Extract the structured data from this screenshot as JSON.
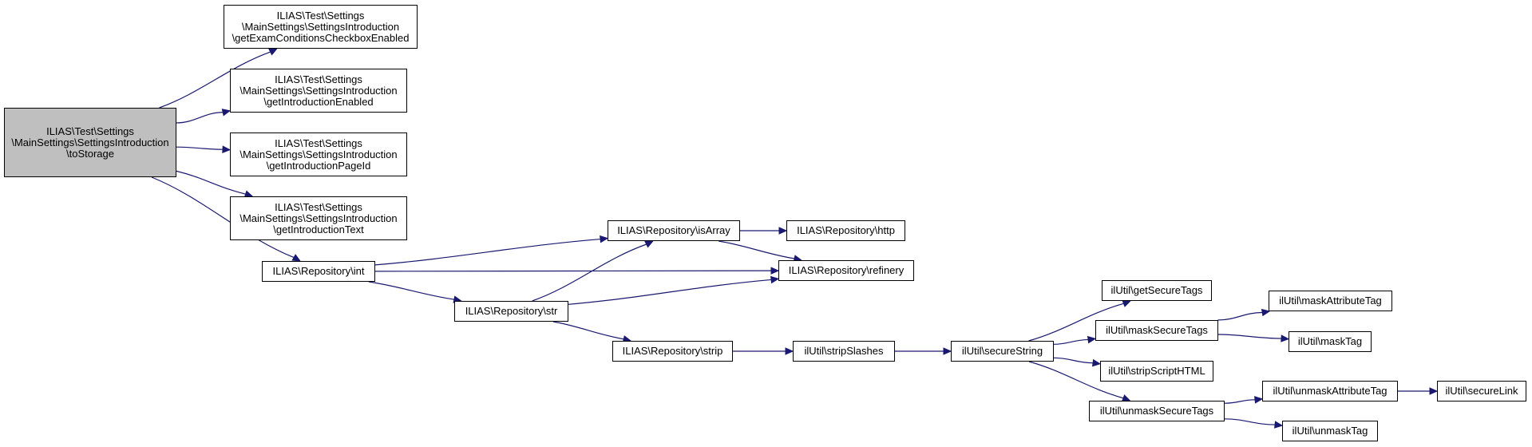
{
  "colors": {
    "edge": "#191970",
    "root_fill": "#bfbfbf",
    "node_fill": "#ffffff",
    "border": "#000000"
  },
  "nodes": {
    "root": {
      "lines": [
        "ILIAS\\Test\\Settings",
        "\\MainSettings\\SettingsIntroduction",
        "\\toStorage"
      ]
    },
    "exam": {
      "lines": [
        "ILIAS\\Test\\Settings",
        "\\MainSettings\\SettingsIntroduction",
        "\\getExamConditionsCheckboxEnabled"
      ]
    },
    "intro_enabled": {
      "lines": [
        "ILIAS\\Test\\Settings",
        "\\MainSettings\\SettingsIntroduction",
        "\\getIntroductionEnabled"
      ]
    },
    "intro_page": {
      "lines": [
        "ILIAS\\Test\\Settings",
        "\\MainSettings\\SettingsIntroduction",
        "\\getIntroductionPageId"
      ]
    },
    "intro_text": {
      "lines": [
        "ILIAS\\Test\\Settings",
        "\\MainSettings\\SettingsIntroduction",
        "\\getIntroductionText"
      ]
    },
    "repo_int": {
      "lines": [
        "ILIAS\\Repository\\int"
      ]
    },
    "repo_str": {
      "lines": [
        "ILIAS\\Repository\\str"
      ]
    },
    "repo_isarray": {
      "lines": [
        "ILIAS\\Repository\\isArray"
      ]
    },
    "repo_http": {
      "lines": [
        "ILIAS\\Repository\\http"
      ]
    },
    "repo_refinery": {
      "lines": [
        "ILIAS\\Repository\\refinery"
      ]
    },
    "repo_strip": {
      "lines": [
        "ILIAS\\Repository\\strip"
      ]
    },
    "strip_slashes": {
      "lines": [
        "ilUtil\\stripSlashes"
      ]
    },
    "secure_string": {
      "lines": [
        "ilUtil\\secureString"
      ]
    },
    "get_secure_tags": {
      "lines": [
        "ilUtil\\getSecureTags"
      ]
    },
    "mask_secure_tags": {
      "lines": [
        "ilUtil\\maskSecureTags"
      ]
    },
    "strip_script_html": {
      "lines": [
        "ilUtil\\stripScriptHTML"
      ]
    },
    "unmask_secure_tags": {
      "lines": [
        "ilUtil\\unmaskSecureTags"
      ]
    },
    "mask_attribute_tag": {
      "lines": [
        "ilUtil\\maskAttributeTag"
      ]
    },
    "mask_tag": {
      "lines": [
        "ilUtil\\maskTag"
      ]
    },
    "unmask_attribute_tag": {
      "lines": [
        "ilUtil\\unmaskAttributeTag"
      ]
    },
    "unmask_tag": {
      "lines": [
        "ilUtil\\unmaskTag"
      ]
    },
    "secure_link": {
      "lines": [
        "ilUtil\\secureLink"
      ]
    }
  },
  "edges": [
    [
      "root",
      "exam"
    ],
    [
      "root",
      "intro_enabled"
    ],
    [
      "root",
      "intro_page"
    ],
    [
      "root",
      "intro_text"
    ],
    [
      "root",
      "repo_int"
    ],
    [
      "repo_int",
      "repo_isarray"
    ],
    [
      "repo_int",
      "repo_refinery"
    ],
    [
      "repo_int",
      "repo_str"
    ],
    [
      "repo_isarray",
      "repo_http"
    ],
    [
      "repo_isarray",
      "repo_refinery"
    ],
    [
      "repo_str",
      "repo_isarray"
    ],
    [
      "repo_str",
      "repo_refinery"
    ],
    [
      "repo_str",
      "repo_strip"
    ],
    [
      "repo_strip",
      "strip_slashes"
    ],
    [
      "strip_slashes",
      "secure_string"
    ],
    [
      "secure_string",
      "get_secure_tags"
    ],
    [
      "secure_string",
      "mask_secure_tags"
    ],
    [
      "secure_string",
      "strip_script_html"
    ],
    [
      "secure_string",
      "unmask_secure_tags"
    ],
    [
      "mask_secure_tags",
      "mask_attribute_tag"
    ],
    [
      "mask_secure_tags",
      "mask_tag"
    ],
    [
      "unmask_secure_tags",
      "unmask_attribute_tag"
    ],
    [
      "unmask_secure_tags",
      "unmask_tag"
    ],
    [
      "unmask_attribute_tag",
      "secure_link"
    ]
  ]
}
